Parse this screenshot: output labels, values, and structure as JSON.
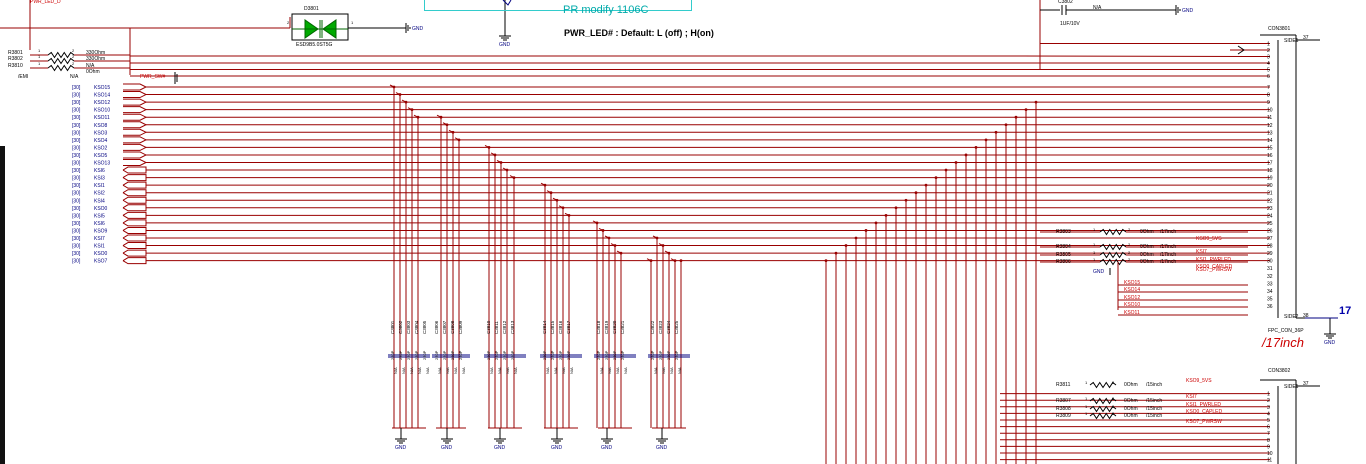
{
  "note": "PWR_LED# : Default: L (off) ; H(on)",
  "pr_note": "PR modify 1106C",
  "inch17_label": "/17inch",
  "edge_label": "17",
  "net_pwr_led": "PWR_LED_D",
  "net_pwr_sw": "PWR_SW#",
  "emi_label": "/EMI",
  "gnd": "GND",
  "diode": {
    "ref": "D3801",
    "part": "ESD9B5.0ST5G",
    "pin1": "1",
    "pin2": "2"
  },
  "cap_top": {
    "ref": "C3802",
    "value": "1UF/10V",
    "na": "N/A"
  },
  "connA": {
    "ref": "CON3801",
    "part": "FPC_CON_36P",
    "side1": "SIDE1",
    "side2": "SIDE2",
    "pin37": "37",
    "pin38": "38"
  },
  "connB": {
    "ref": "CON3802",
    "side1": "SIDE1",
    "pin37": "37"
  },
  "left_resistors": [
    {
      "ref": "R3801",
      "value": "330Ohm"
    },
    {
      "ref": "R3802",
      "value": "330Ohm"
    },
    {
      "ref": "R3810",
      "value": "N/A",
      "value2": "0Ohm",
      "value3": "N/A"
    }
  ],
  "sig_tag": "[30]",
  "signals": [
    "KSO15",
    "KSO14",
    "KSO12",
    "KSO10",
    "KSO11",
    "KSO8",
    "KSO3",
    "KSO4",
    "KSO2",
    "KSO5",
    "KSO13",
    "KSI6",
    "KSI3",
    "KSI1",
    "KSI2",
    "KSI4",
    "KSO0",
    "KSI5",
    "KSI6",
    "KSO9",
    "KSI7",
    "KSI1",
    "KSO0",
    "KSO7"
  ],
  "right_resA": [
    {
      "ref": "R3803",
      "value": "0Ohm",
      "tag": "/17inch",
      "net": "KSO9_5VS"
    },
    {
      "ref": "R3804",
      "value": "0Ohm",
      "tag": "/17inch",
      "net": "KSI7"
    },
    {
      "ref": "R3805",
      "value": "0Ohm",
      "tag": "/17inch",
      "net": "KSI1_PWRLED"
    },
    {
      "ref": "R3806",
      "value": "0Ohm",
      "tag": "/17inch",
      "net": "KSO0_CAPLED"
    }
  ],
  "net_pwrsw": "KSO7_PWRSW",
  "connA_nets_low": [
    "KSO15",
    "KSO14",
    "KSO12",
    "KSO10",
    "KSO11"
  ],
  "right_resB": [
    {
      "ref": "R3811",
      "value": "0Ohm",
      "tag": "/15inch",
      "net": "KSO9_5VS"
    },
    {
      "ref": "R3807",
      "value": "0Ohm",
      "tag": "/15inch",
      "net": "KSI7"
    },
    {
      "ref": "R3808",
      "value": "0Ohm",
      "tag": "/15inch",
      "net": "KSI1_PWRLED"
    },
    {
      "ref": "R3809",
      "value": "0Ohm",
      "tag": "/15inch",
      "net": "KSO0_CAPLED"
    }
  ],
  "cap_groups": [
    [
      "C3801",
      "C3802",
      "C3803",
      "C3804",
      "C3805"
    ],
    [
      "C3806",
      "C3807",
      "C3808",
      "C3809"
    ],
    [
      "C3810",
      "C3811",
      "C3812",
      "C3813"
    ],
    [
      "C3814",
      "C3815",
      "C3816",
      "C3817"
    ],
    [
      "C3818",
      "C3819",
      "C3820",
      "C3821"
    ],
    [
      "C3822",
      "C3823",
      "C3824",
      "C3825"
    ]
  ],
  "cap_value": "220P",
  "cap_na": "N/A"
}
